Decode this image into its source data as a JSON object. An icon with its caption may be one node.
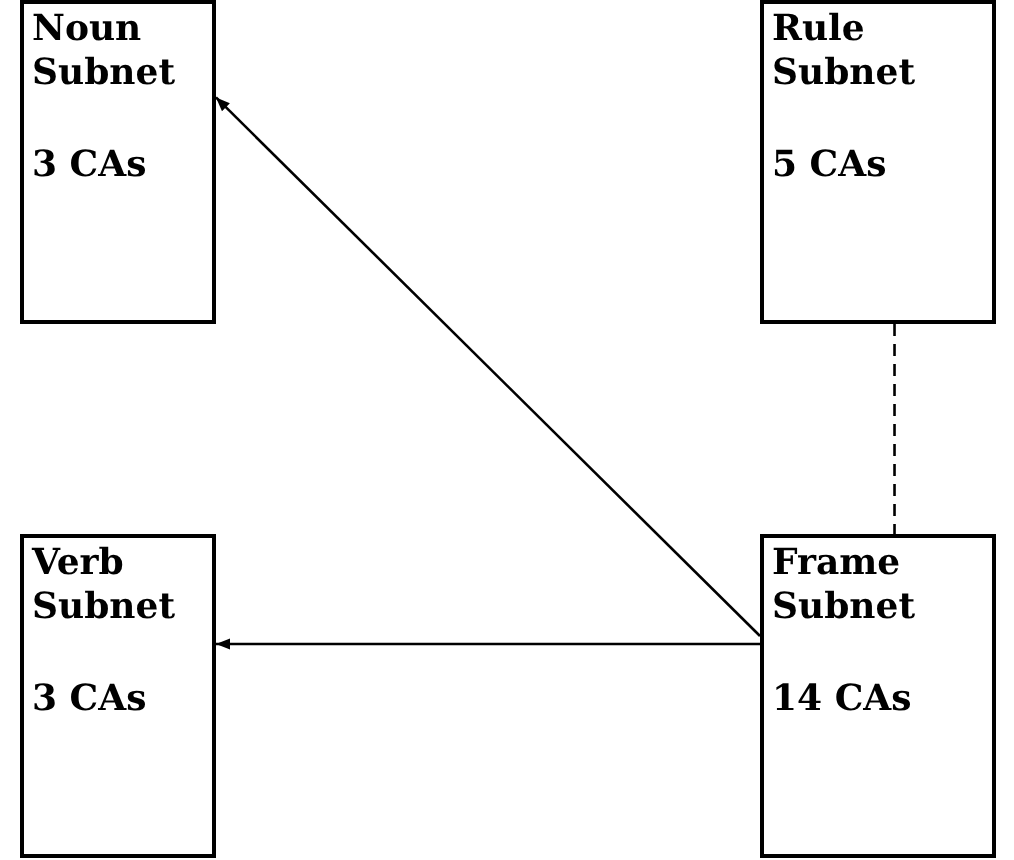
{
  "diagram": {
    "nodes": [
      {
        "text": [
          "Noun Subnet",
          "3 CAs"
        ]
      },
      {
        "text": [
          "Rule Subnet",
          "5 CAs"
        ]
      },
      {
        "text": [
          "Verb Subnet",
          "3 CAs"
        ]
      },
      {
        "text": [
          "Frame Subnet",
          "14 CAs"
        ]
      }
    ],
    "edges": [
      {
        "from": 3,
        "to": 0,
        "arrow": "to"
      },
      {
        "from": 3,
        "to": 2,
        "arrow": "to"
      },
      {
        "from": 1,
        "to": 3,
        "arrow": "none",
        "style": "dashed"
      }
    ]
  }
}
